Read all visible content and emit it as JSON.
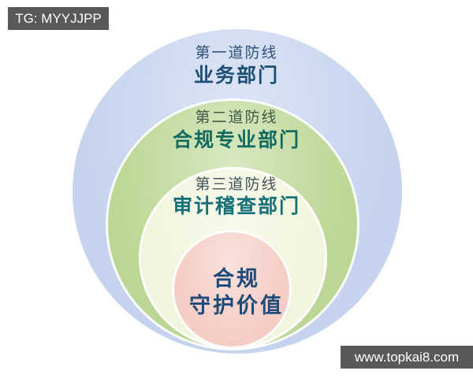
{
  "watermarks": {
    "top_left_text": "TG: MYYJJPP",
    "bottom_right_text": "www.topkai8.com",
    "bar_color": "#595959",
    "text_color": "#ffffff"
  },
  "diagram": {
    "type": "nested-circles",
    "rings": [
      {
        "line_label": "第一道防线",
        "department": "业务部门",
        "fill": "#c5d3ee",
        "line_label_color": "#30517b",
        "department_color": "#1c4e77"
      },
      {
        "line_label": "第二道防线",
        "department": "合规专业部门",
        "fill": "#bcd795",
        "line_label_color": "#3f5a45",
        "department_color": "#116a60"
      },
      {
        "line_label": "第三道防线",
        "department": "审计稽查部门",
        "fill": "#f2f5dd",
        "line_label_color": "#44535a",
        "department_color": "#156f78"
      }
    ],
    "core": {
      "line1": "合规",
      "line2": "守护价值",
      "fill": "#f5cdc5",
      "text_color": "#1e4a7a"
    }
  }
}
